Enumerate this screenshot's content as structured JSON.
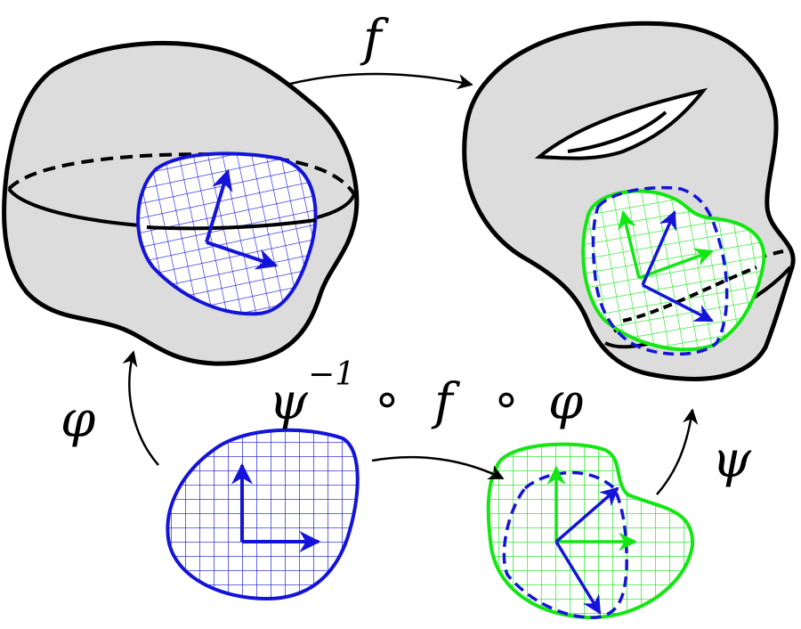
{
  "labels": {
    "f": "f",
    "phi": "φ",
    "psi": "ψ",
    "composite": {
      "psi": "ψ",
      "exp": "−1",
      "circ1": "∘",
      "f": "f",
      "circ2": "∘",
      "phi": "φ"
    }
  },
  "colors": {
    "surface_fill": "#dcdcdc",
    "outline": "#000000",
    "chart_blue": "#1414d8",
    "chart_green": "#14e614"
  }
}
